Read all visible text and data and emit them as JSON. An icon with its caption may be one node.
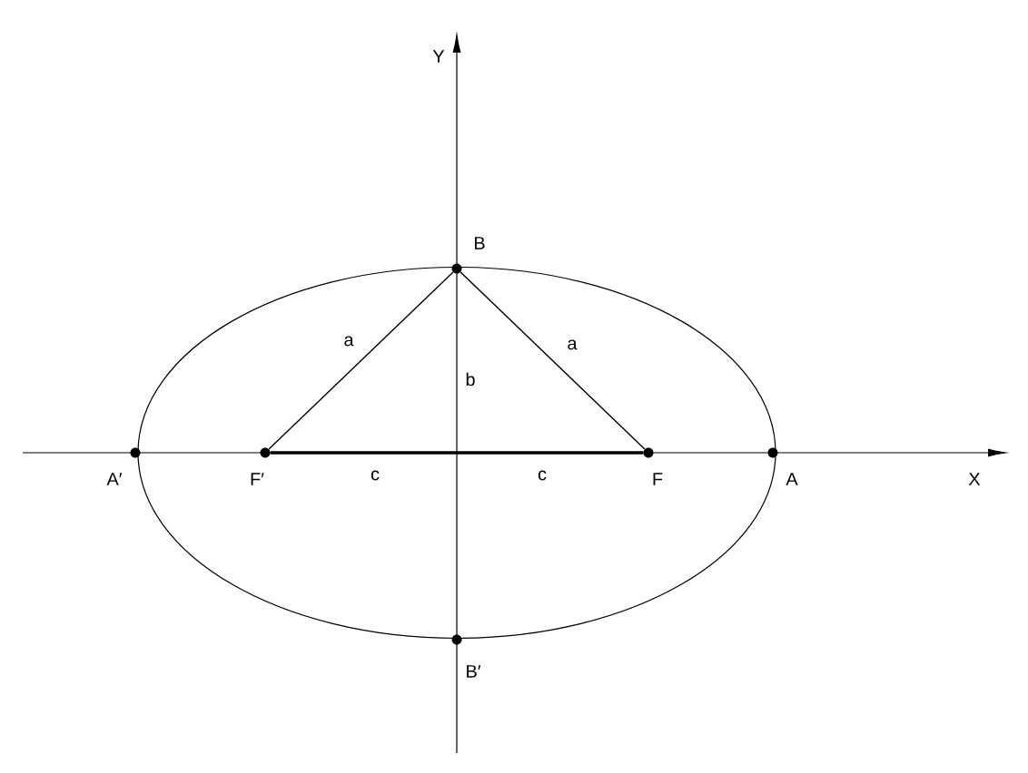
{
  "diagram": {
    "nodes": [
      {
        "text": [],
        "shape": "circle",
        "beside": [
          "B"
        ]
      },
      {
        "text": [],
        "shape": "circle",
        "beside": [
          "A′"
        ]
      },
      {
        "text": [],
        "shape": "circle",
        "beside": [
          "F′"
        ]
      },
      {
        "text": [],
        "shape": "circle",
        "beside": [
          "F"
        ]
      },
      {
        "text": [],
        "shape": "circle",
        "beside": [
          "A"
        ]
      },
      {
        "text": [],
        "shape": "circle",
        "beside": [
          "B′"
        ]
      }
    ],
    "edges": [
      {
        "from": 2,
        "to": 0,
        "arrow": "none",
        "label": "a"
      },
      {
        "from": 0,
        "to": 3,
        "arrow": "none",
        "label": "a"
      },
      {
        "from": 2,
        "to": 3,
        "arrow": "none",
        "style": "thick"
      }
    ],
    "labels": [
      "Y",
      "b",
      "c",
      "c",
      "X"
    ]
  }
}
